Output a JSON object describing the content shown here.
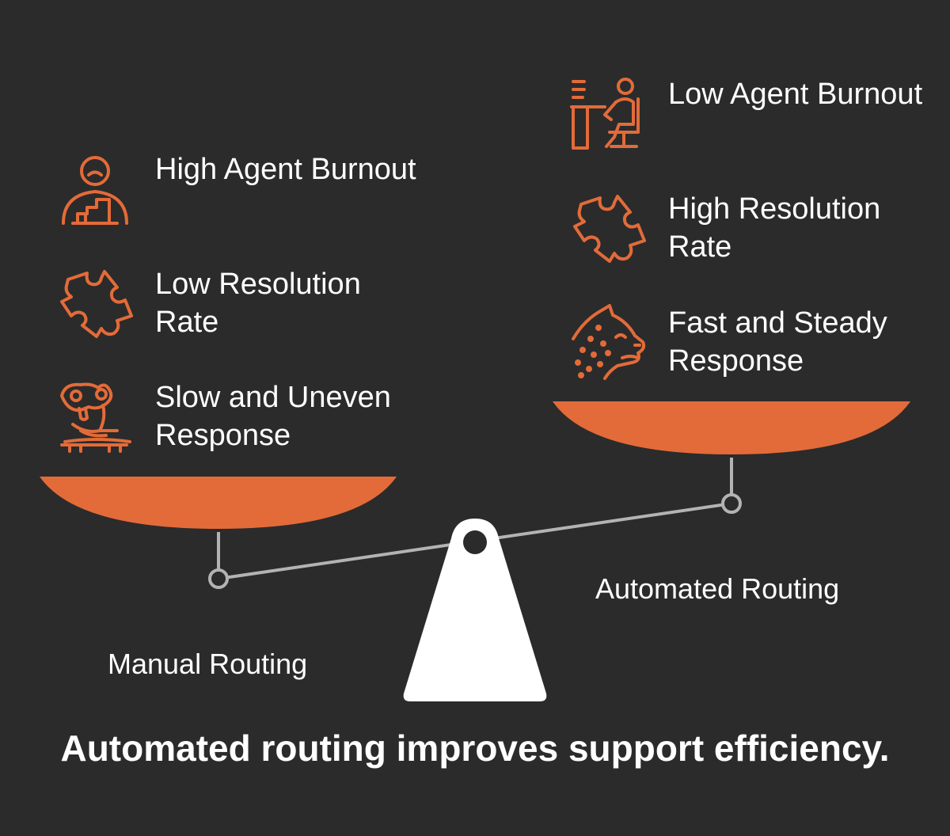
{
  "colors": {
    "background": "#2b2b2b",
    "accent": "#e36b39",
    "beam": "#b3b3b3",
    "fulcrum": "#ffffff",
    "text": "#ffffff"
  },
  "left_side": {
    "label": "Manual Routing",
    "items": [
      {
        "icon": "stressed-agent-icon",
        "text": "High Agent Burnout"
      },
      {
        "icon": "puzzle-piece-icon",
        "text": "Low Resolution Rate"
      },
      {
        "icon": "sloth-icon",
        "text": "Slow and Uneven Response"
      }
    ]
  },
  "right_side": {
    "label": "Automated Routing",
    "items": [
      {
        "icon": "relaxed-agent-at-desk-icon",
        "text": "Low Agent Burnout"
      },
      {
        "icon": "puzzle-piece-icon",
        "text": "High Resolution Rate"
      },
      {
        "icon": "cheetah-icon",
        "text": "Fast and Steady Response"
      }
    ]
  },
  "footer": "Automated routing improves support efficiency."
}
